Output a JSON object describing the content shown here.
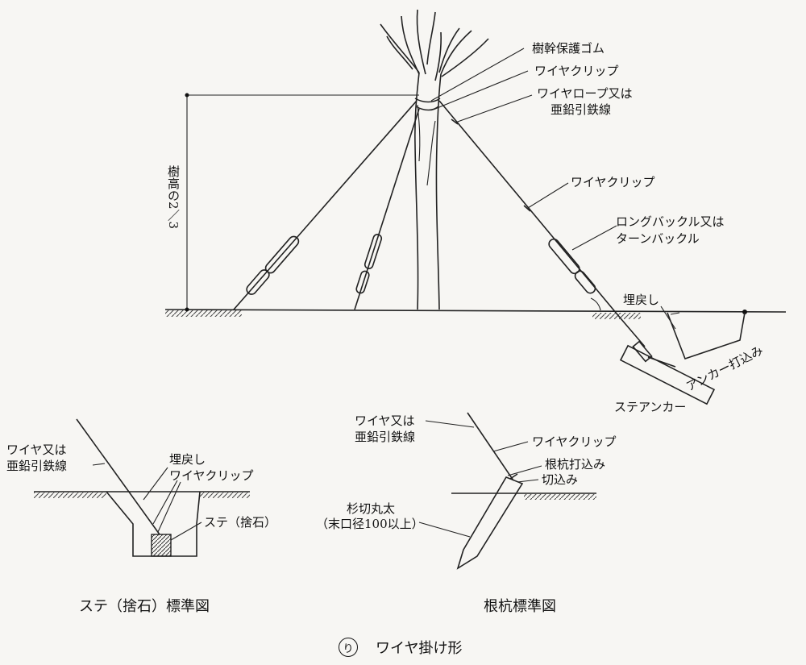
{
  "title": "ワイヤ掛け形",
  "title_marker": "り",
  "main_labels": {
    "trunk_rubber": "樹幹保護ゴム",
    "wire_clip_top": "ワイヤクリップ",
    "wire_rope_1": "ワイヤロープ又は",
    "wire_rope_2": "亜鉛引鉄線",
    "wire_clip_mid": "ワイヤクリップ",
    "buckle_1": "ロングバックル又は",
    "buckle_2": "ターンバックル",
    "height_ratio": "樹高の2／3",
    "backfill": "埋戻し",
    "anchor_drive": "アンカー打込み",
    "stay_anchor": "ステアンカー"
  },
  "stone_detail": {
    "wire_1": "ワイヤ又は",
    "wire_2": "亜鉛引鉄線",
    "backfill": "埋戻し",
    "wire_clip": "ワイヤクリップ",
    "stay": "ステ（捨石）",
    "caption": "ステ（捨石）標準図"
  },
  "stake_detail": {
    "wire_1": "ワイヤ又は",
    "wire_2": "亜鉛引鉄線",
    "wire_clip": "ワイヤクリップ",
    "stake_drive": "根杭打込み",
    "notch": "切込み",
    "log_1": "杉切丸太",
    "log_2": "（末口径100以上）",
    "caption": "根杭標準図"
  }
}
